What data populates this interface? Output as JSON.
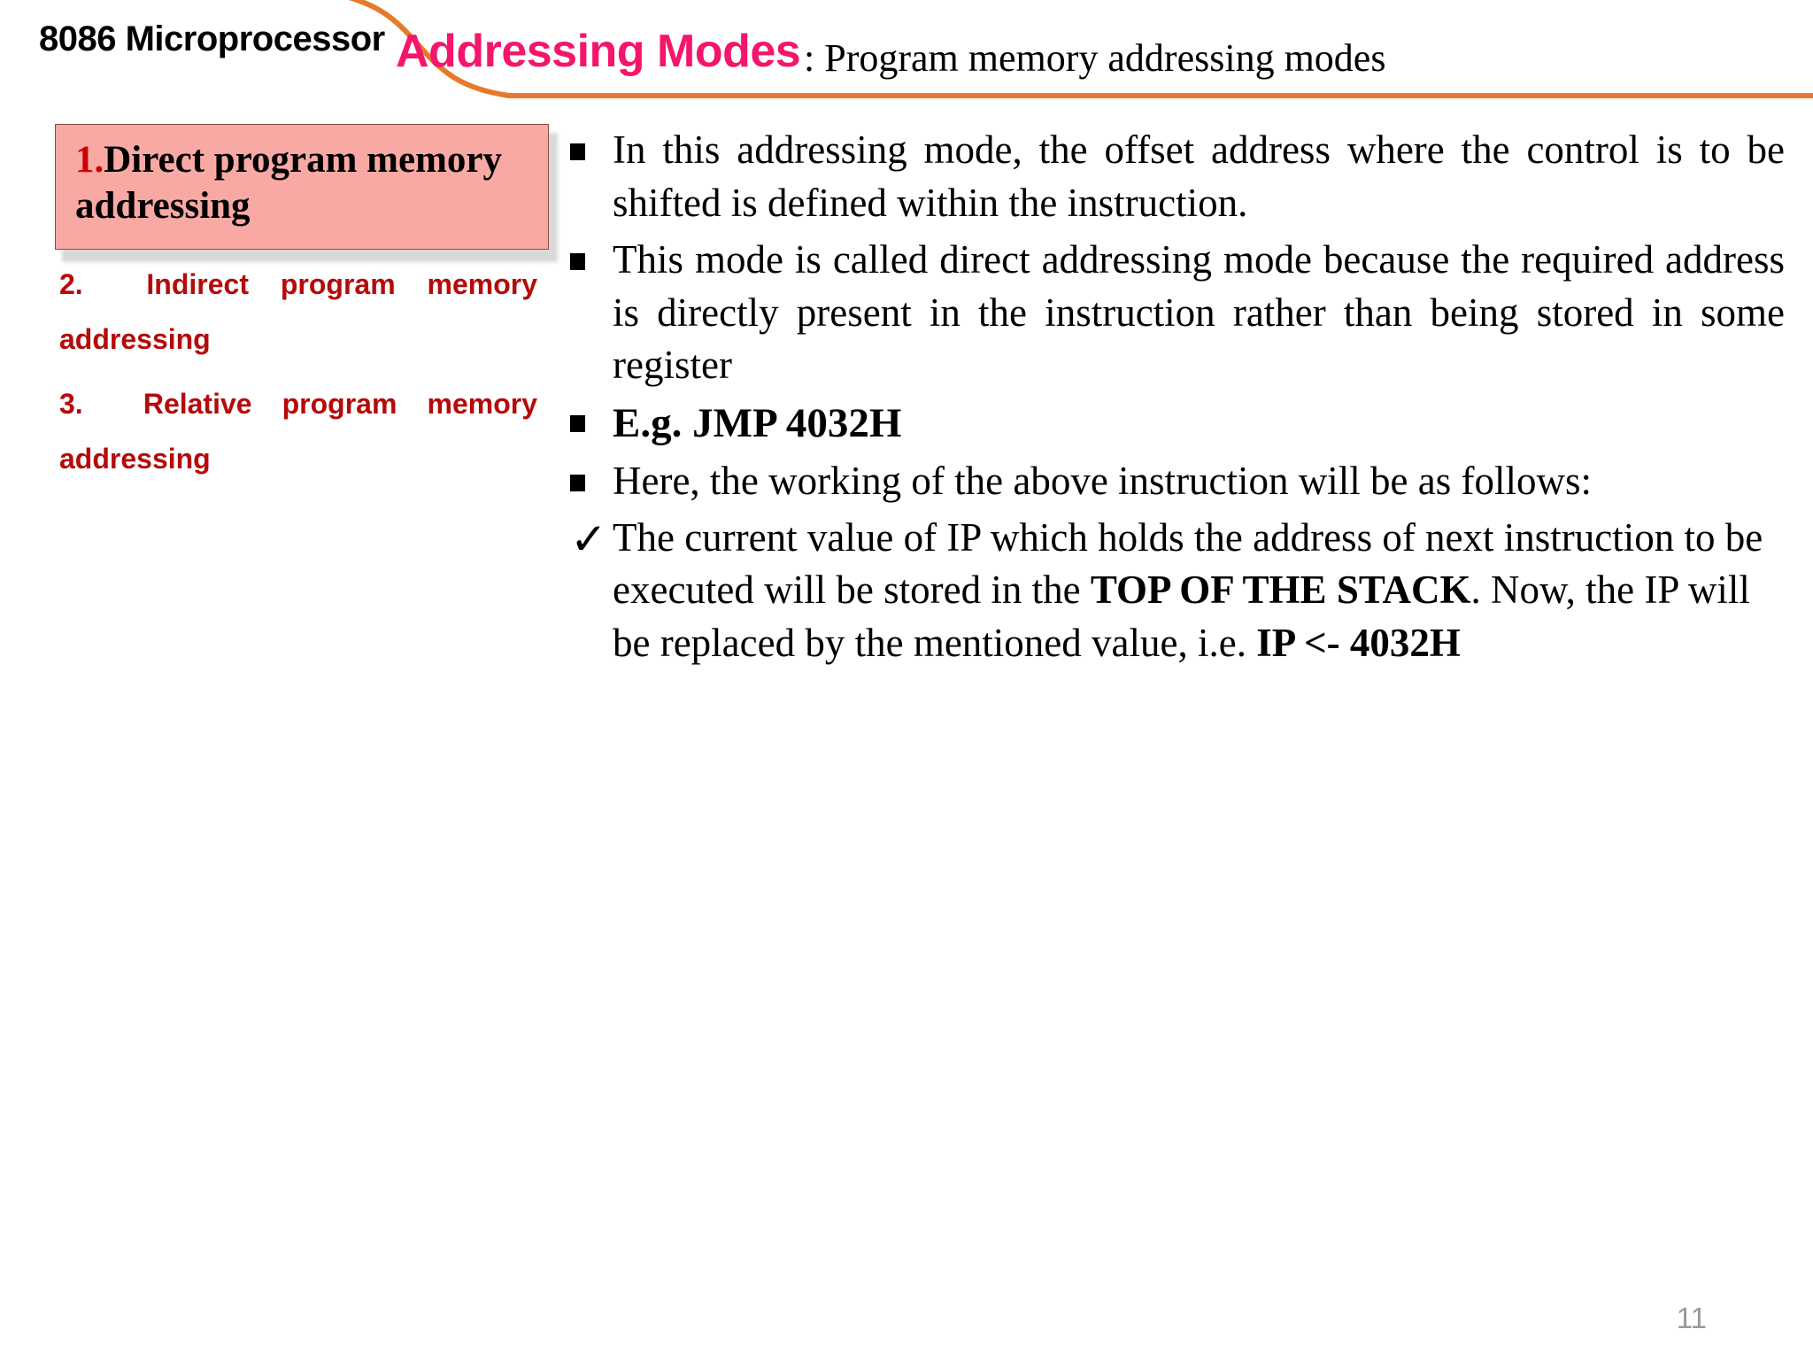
{
  "header": {
    "kicker": "8086 Microprocessor",
    "title": "Addressing Modes",
    "subtitle": ": Program memory addressing modes",
    "title_color": "#F4156C",
    "swoosh_color": "#E8792A",
    "rule_color": "#E8792A"
  },
  "sidebar": {
    "highlight": {
      "number": "1.",
      "label": "Direct program memory addressing",
      "bg_color": "#F9A9A4",
      "border_color": "#8A4A46",
      "number_color": "#CC0000"
    },
    "items": [
      {
        "number": "2.",
        "line1": "Indirect    program    memory",
        "line2": "addressing",
        "color": "#B50A0A"
      },
      {
        "number": "3.",
        "line1": "Relative    program    memory",
        "line2": "addressing",
        "color": "#B50A0A"
      }
    ]
  },
  "main": {
    "bullets": [
      {
        "marker": "square-bullet-icon",
        "text": "In this addressing mode, the offset address where the control is to be shifted is defined within the instruction."
      },
      {
        "marker": "square-bullet-icon",
        "text": "This mode is called direct addressing mode because the required address is directly present in the instruction rather than being stored in some register"
      },
      {
        "marker": "square-bullet-icon",
        "text": "E.g. JMP 4032H",
        "emphasis": "bold"
      },
      {
        "marker": "square-bullet-icon",
        "text": "Here, the working of the above instruction will be as follows:"
      },
      {
        "marker": "check-bullet-icon",
        "text_part_1": "The current value of IP which holds the address of next instruction to be executed will be stored in the ",
        "strong_1": "TOP OF THE STACK",
        "text_part_2": ". Now, the IP will be replaced by the mentioned value, i.e. ",
        "strong_2": "IP <- 4032H"
      }
    ]
  },
  "footer": {
    "page_number": "11",
    "page_number_color": "#9A9A9A"
  }
}
